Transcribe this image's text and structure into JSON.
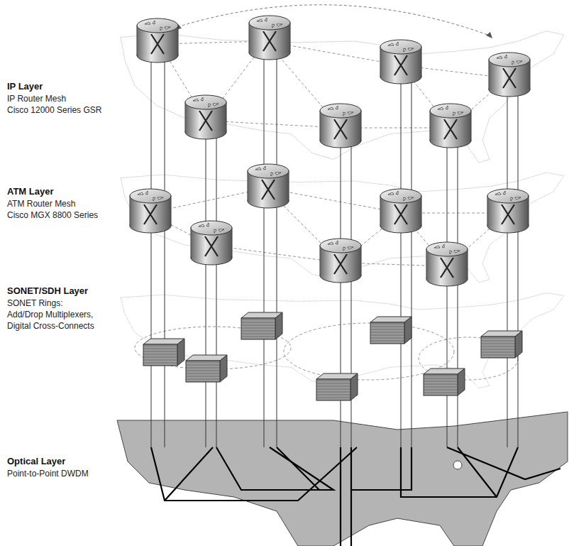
{
  "diagram": {
    "labels": [
      "IP Layer",
      "IP Router Mesh",
      "Cisco 12000 Series GSR",
      "ATM Layer",
      "ATM Router Mesh",
      "Cisco MGX 8800 Series",
      "SONET/SDH Layer",
      "SONET Rings:",
      "Add/Drop Multiplexers,",
      "Digital Cross-Connects",
      "Optical Layer",
      "Point-to-Point DWDM"
    ]
  }
}
